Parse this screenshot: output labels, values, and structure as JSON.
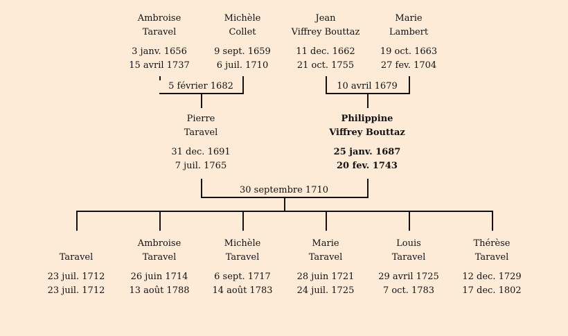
{
  "grandparents": [
    {
      "first": "Ambroise",
      "last": "Taravel",
      "birth": "3 janv. 1656",
      "death": "15 avril 1737"
    },
    {
      "first": "Michèle",
      "last": "Collet",
      "birth": "9 sept. 1659",
      "death": "6 juil. 1710"
    },
    {
      "first": "Jean",
      "last": "Viffrey Bouttaz",
      "birth": "11 dec. 1662",
      "death": "21 oct. 1755"
    },
    {
      "first": "Marie",
      "last": "Lambert",
      "birth": "19 oct. 1663",
      "death": "27 fev. 1704"
    }
  ],
  "grandparent_marriages": [
    "5 février 1682",
    "10 avril 1679"
  ],
  "parents": [
    {
      "first": "Pierre",
      "last": "Taravel",
      "birth": "31 dec. 1691",
      "death": "7 juil. 1765"
    },
    {
      "first": "Philippine",
      "last": "Viffrey Bouttaz",
      "birth": "25 janv. 1687",
      "death": "20 fev. 1743"
    }
  ],
  "parent_marriage": "30 septembre 1710",
  "children": [
    {
      "first": "",
      "last": "Taravel",
      "birth": "23 juil. 1712",
      "death": "23 juil. 1712"
    },
    {
      "first": "Ambroise",
      "last": "Taravel",
      "birth": "26 juin 1714",
      "death": "13 août 1788"
    },
    {
      "first": "Michèle",
      "last": "Taravel",
      "birth": "6 sept. 1717",
      "death": "14 août 1783"
    },
    {
      "first": "Marie",
      "last": "Taravel",
      "birth": "28 juin 1721",
      "death": "24 juil. 1725"
    },
    {
      "first": "Louis",
      "last": "Taravel",
      "birth": "29 avril 1725",
      "death": "7 oct. 1783"
    },
    {
      "first": "Thérèse",
      "last": "Taravel",
      "birth": "12 dec. 1729",
      "death": "17 dec. 1802"
    }
  ]
}
